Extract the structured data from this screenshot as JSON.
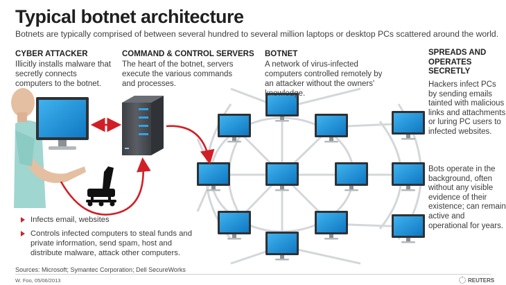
{
  "header": {
    "title": "Typical botnet architecture",
    "subtitle": "Botnets are typically comprised of between several hundred to several million laptops or desktop PCs scattered around the world."
  },
  "sections": {
    "attacker": {
      "heading": "CYBER ATTACKER",
      "text": "Illicitly installs malware that secretly connects computers to the botnet."
    },
    "cnc": {
      "heading": "COMMAND & CONTROL SERVERS",
      "text": "The heart of the botnet, servers execute the various commands and processes."
    },
    "botnet": {
      "heading": "BOTNET",
      "text": "A network of virus-infected computers controlled remotely by an attacker without the owners' knowledge."
    },
    "spreads": {
      "heading": "SPREADS AND OPERATES SECRETLY",
      "text1": "Hackers infect PCs by sending emails tainted with malicious links and attachments or luring PC users to infected websites.",
      "text2": "Bots operate in the background, often without any visible evidence of their existence; can remain active and operational for years."
    }
  },
  "bullets": [
    "Infects email, websites",
    "Controls infected computers to steal funds and private information, send spam,  host and distribute malware, attack other computers."
  ],
  "footer": {
    "sources": "Sources: Microsoft; Symantec Corporation; Dell SecureWorks",
    "credit": "W. Foo, 05/06/2013",
    "logo": "REUTERS"
  },
  "colors": {
    "accent_red": "#d11f26",
    "screen_blue": "#1a8fd8",
    "network_line": "#cfd3d6",
    "server_dark": "#4a4d52"
  }
}
